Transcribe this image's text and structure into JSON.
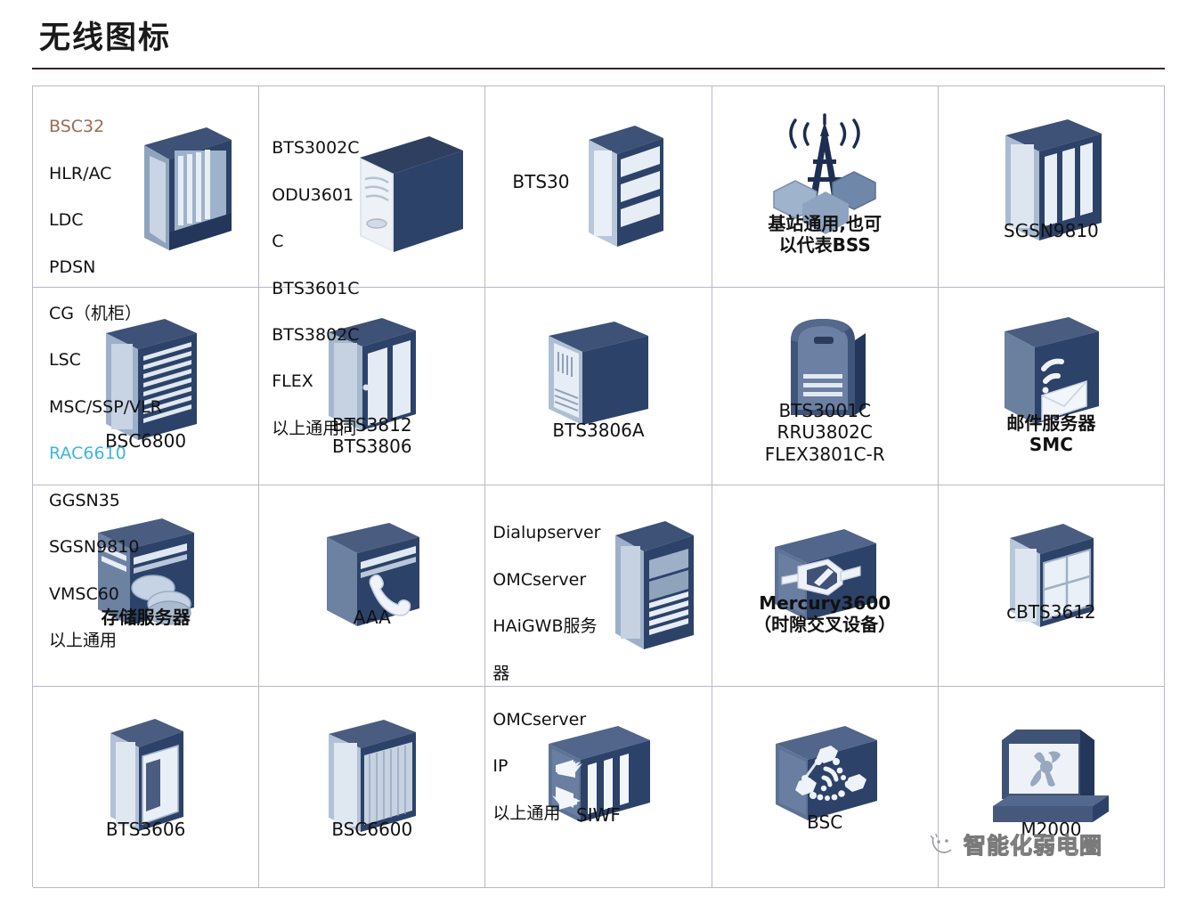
{
  "header": {
    "title": "无线图标"
  },
  "colors": {
    "rule": "#3b2230",
    "grid_border": "#b9b9c8",
    "icon_dark": "#2d4268",
    "icon_mid": "#5b6f92",
    "icon_light": "#c9d4e4",
    "highlight_brown": "#9d6b52",
    "highlight_cyan": "#3fb5dc",
    "text": "#111111"
  },
  "watermark": {
    "text": "智能化弱电圈",
    "icon": "smiley-face-icon"
  },
  "table": {
    "rows": 4,
    "cols": 5,
    "cells": [
      {
        "id": "r1c1",
        "icon": "cabinet-icon",
        "list": [
          "BSC32",
          "HLR/AC",
          "LDC",
          "PDSN",
          "CG（机柜）",
          "LSC",
          "MSC/SSP/VLR",
          "RAC6610",
          "GGSN35",
          "SGSN9810",
          "VMSC60",
          "以上通用"
        ],
        "list_colors": [
          "brown",
          "",
          "",
          "",
          "",
          "",
          "",
          "cyan",
          "",
          "",
          "",
          ""
        ],
        "caption": ""
      },
      {
        "id": "r1c2",
        "icon": "tower-pc-icon",
        "list": [
          "BTS3002C",
          "ODU3601",
          "C",
          "BTS3601C",
          "BTS3802C",
          "FLEX",
          "以上通用同"
        ],
        "list_colors": [
          "",
          "",
          "",
          "",
          "",
          "",
          ""
        ],
        "caption": ""
      },
      {
        "id": "r1c3",
        "icon": "rack-cabinet-icon",
        "list": [],
        "caption": "BTS30"
      },
      {
        "id": "r1c4",
        "icon": "antenna-tower-icon",
        "list": [],
        "caption": "基站通用,也可\n以代表BSS",
        "caption_cn": true
      },
      {
        "id": "r1c5",
        "icon": "server-rack-icon",
        "list": [],
        "caption": "SGSN9810"
      },
      {
        "id": "r2c1",
        "icon": "blade-cabinet-icon",
        "list": [],
        "caption": "BSC6800"
      },
      {
        "id": "r2c2",
        "icon": "double-door-cabinet-icon",
        "list": [],
        "caption": "BTS3812\nBTS3806"
      },
      {
        "id": "r2c3",
        "icon": "wall-box-icon",
        "list": [],
        "caption": "BTS3806A"
      },
      {
        "id": "r2c4",
        "icon": "outdoor-unit-icon",
        "list": [],
        "caption": "BTS3001C\nRRU3802C\nFLEX3801C-R"
      },
      {
        "id": "r2c5",
        "icon": "mail-server-icon",
        "list": [],
        "caption": "邮件服务器\nSMC",
        "caption_cn": true
      },
      {
        "id": "r3c1",
        "icon": "storage-server-icon",
        "list": [],
        "caption": "存储服务器",
        "caption_cn": true
      },
      {
        "id": "r3c2",
        "icon": "phone-server-icon",
        "list": [],
        "caption": "AAA",
        "caption_cn": false
      },
      {
        "id": "r3c3",
        "icon": "tall-server-icon",
        "list": [
          "Dialupserver",
          "OMCserver",
          "HAiGWB服务",
          "器",
          "OMCserver",
          "IP",
          "以上通用"
        ],
        "list_colors": [
          "",
          "",
          "",
          "",
          "",
          "",
          ""
        ],
        "caption": ""
      },
      {
        "id": "r3c4",
        "icon": "crossconnect-icon",
        "list": [],
        "caption": "Mercury3600\n（时隙交叉设备）",
        "caption_cn": true
      },
      {
        "id": "r3c5",
        "icon": "window-cabinet-icon",
        "list": [],
        "caption": "cBTS3612"
      },
      {
        "id": "r4c1",
        "icon": "slim-cabinet-icon",
        "list": [],
        "caption": "BTS3606"
      },
      {
        "id": "r4c2",
        "icon": "mesh-cabinet-icon",
        "list": [],
        "caption": "BSC6600"
      },
      {
        "id": "r4c3",
        "icon": "siwf-icon",
        "list": [],
        "caption": "SIWF"
      },
      {
        "id": "r4c4",
        "icon": "bsc-network-icon",
        "list": [],
        "caption": "BSC"
      },
      {
        "id": "r4c5",
        "icon": "workstation-icon",
        "list": [],
        "caption": "M2000"
      }
    ]
  }
}
